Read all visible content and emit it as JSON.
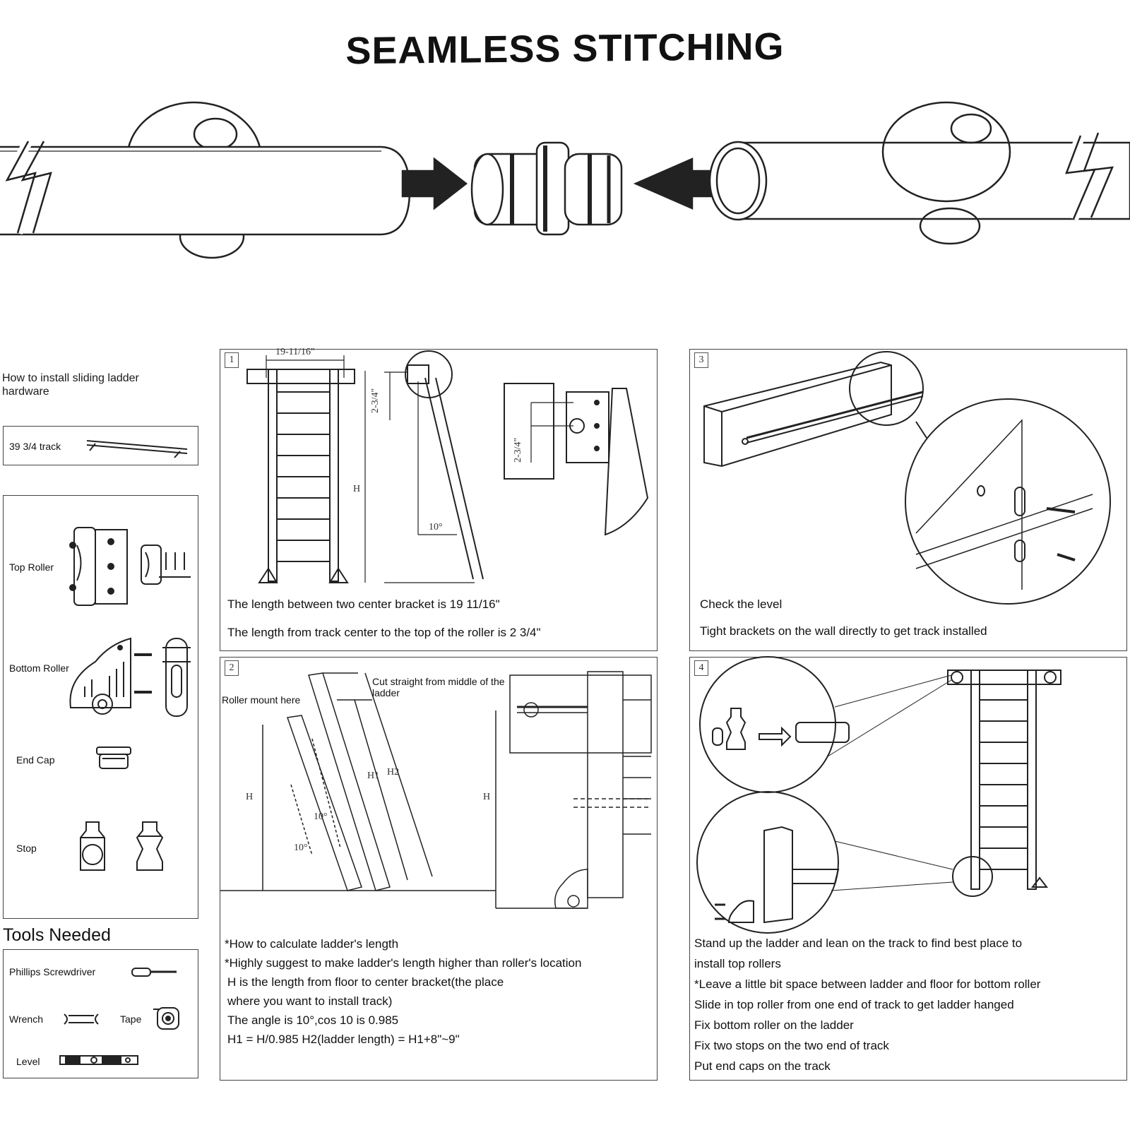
{
  "banner": {
    "title": "SEAMLESS STITCHING"
  },
  "intro": {
    "text": "How to install sliding ladder hardware"
  },
  "parts": {
    "track": "39 3/4 track",
    "top_roller": "Top Roller",
    "bottom_roller": "Bottom Roller",
    "end_cap": "End Cap",
    "stop": "Stop"
  },
  "tools": {
    "title": "Tools Needed",
    "screwdriver": "Phillips Screwdriver",
    "wrench": "Wrench",
    "tape": "Tape",
    "level": "Level"
  },
  "step1": {
    "number": "1",
    "dim_width": "19-11/16\"",
    "dim_height_a": "2-3/4\"",
    "dim_height_b": "2-3/4\"",
    "dim_h": "H",
    "dim_angle": "10°",
    "caption_1": "The length between two center bracket is 19 11/16\"",
    "caption_2": "The length from track center to the top of the roller is 2 3/4\""
  },
  "step2": {
    "number": "2",
    "label_roller_mount": "Roller mount here",
    "label_cut": "Cut straight from middle of the ladder",
    "dim_h": "H",
    "dim_h1": "H1",
    "dim_h2": "H2",
    "dim_angle_a": "10°",
    "dim_angle_b": "10°",
    "dim_h_right": "H",
    "lines": [
      "*How to calculate ladder's length",
      "*Highly suggest to make ladder's length higher than roller's location",
      "H is the length from floor to center bracket(the place",
      "where you want to install track)",
      "The angle is 10°,cos 10 is 0.985",
      "H1 = H/0.985  H2(ladder length) = H1+8\"~9\""
    ]
  },
  "step3": {
    "number": "3",
    "caption_1": "Check the level",
    "caption_2": "Tight brackets on the wall directly to get track installed"
  },
  "step4": {
    "number": "4",
    "lines": [
      "Stand up the ladder and lean on the track to find best place to",
      "install top rollers",
      "*Leave a little bit space between ladder and floor for bottom roller",
      "Slide in top roller from one end of track to get ladder hanged",
      "Fix bottom roller on the ladder",
      "Fix two stops on the two end of track",
      "Put end caps on the track"
    ]
  }
}
